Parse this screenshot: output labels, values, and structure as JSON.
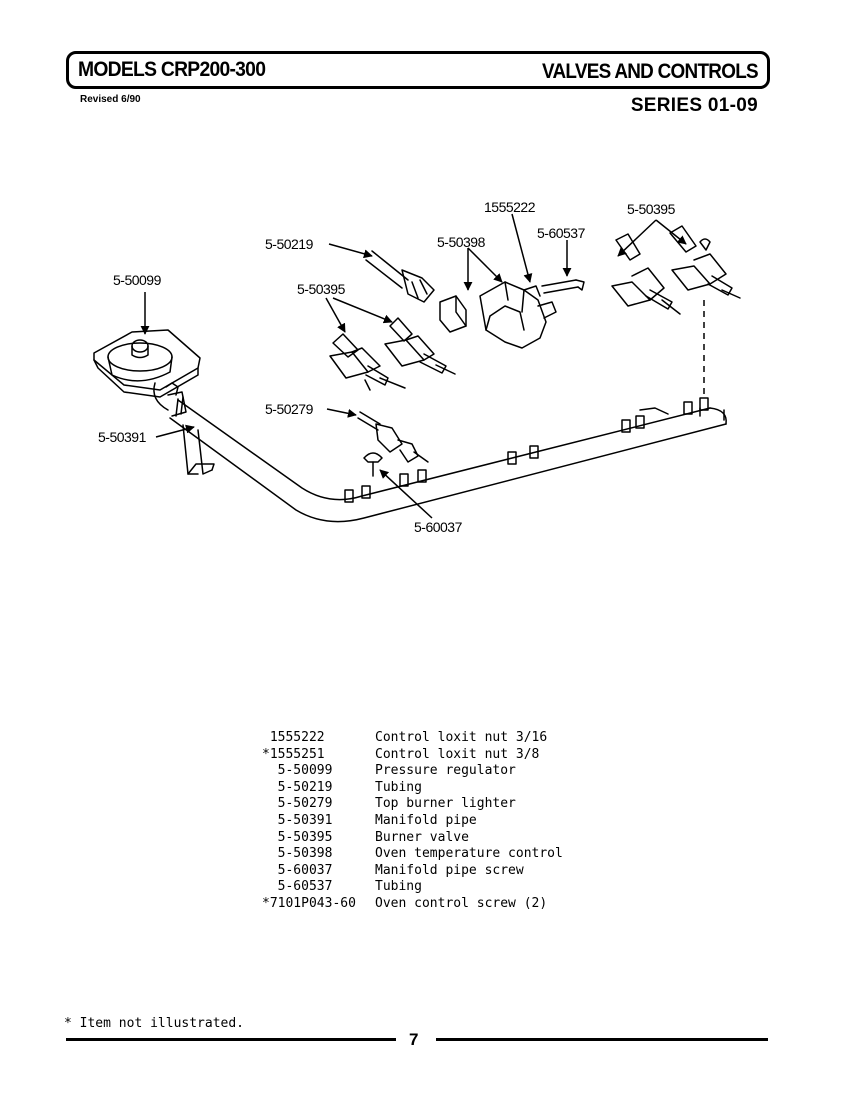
{
  "header": {
    "models_title": "MODELS CRP200-300",
    "section_title": "VALVES AND CONTROLS",
    "revised": "Revised 6/90",
    "series": "SERIES 01-09"
  },
  "diagram": {
    "callouts": {
      "c1555222": "1555222",
      "c50395_right": "5-50395",
      "c50219": "5-50219",
      "c50398": "5-50398",
      "c60537": "5-60537",
      "c50099": "5-50099",
      "c50395_left": "5-50395",
      "c50279": "5-50279",
      "c50391": "5-50391",
      "c60037": "5-60037"
    }
  },
  "parts_list": [
    {
      "part": " 1555222",
      "desc": "Control loxit nut 3/16"
    },
    {
      "part": "*1555251",
      "desc": "Control loxit nut 3/8"
    },
    {
      "part": "  5-50099",
      "desc": "Pressure regulator"
    },
    {
      "part": "  5-50219",
      "desc": "Tubing"
    },
    {
      "part": "  5-50279",
      "desc": "Top burner lighter"
    },
    {
      "part": "  5-50391",
      "desc": "Manifold pipe"
    },
    {
      "part": "  5-50395",
      "desc": "Burner valve"
    },
    {
      "part": "  5-50398",
      "desc": "Oven temperature control"
    },
    {
      "part": "  5-60037",
      "desc": "Manifold pipe screw"
    },
    {
      "part": "  5-60537",
      "desc": "Tubing"
    },
    {
      "part": "*7101P043-60",
      "desc": "Oven control screw (2)"
    }
  ],
  "footnote": "* Item not illustrated.",
  "page_number": "7"
}
